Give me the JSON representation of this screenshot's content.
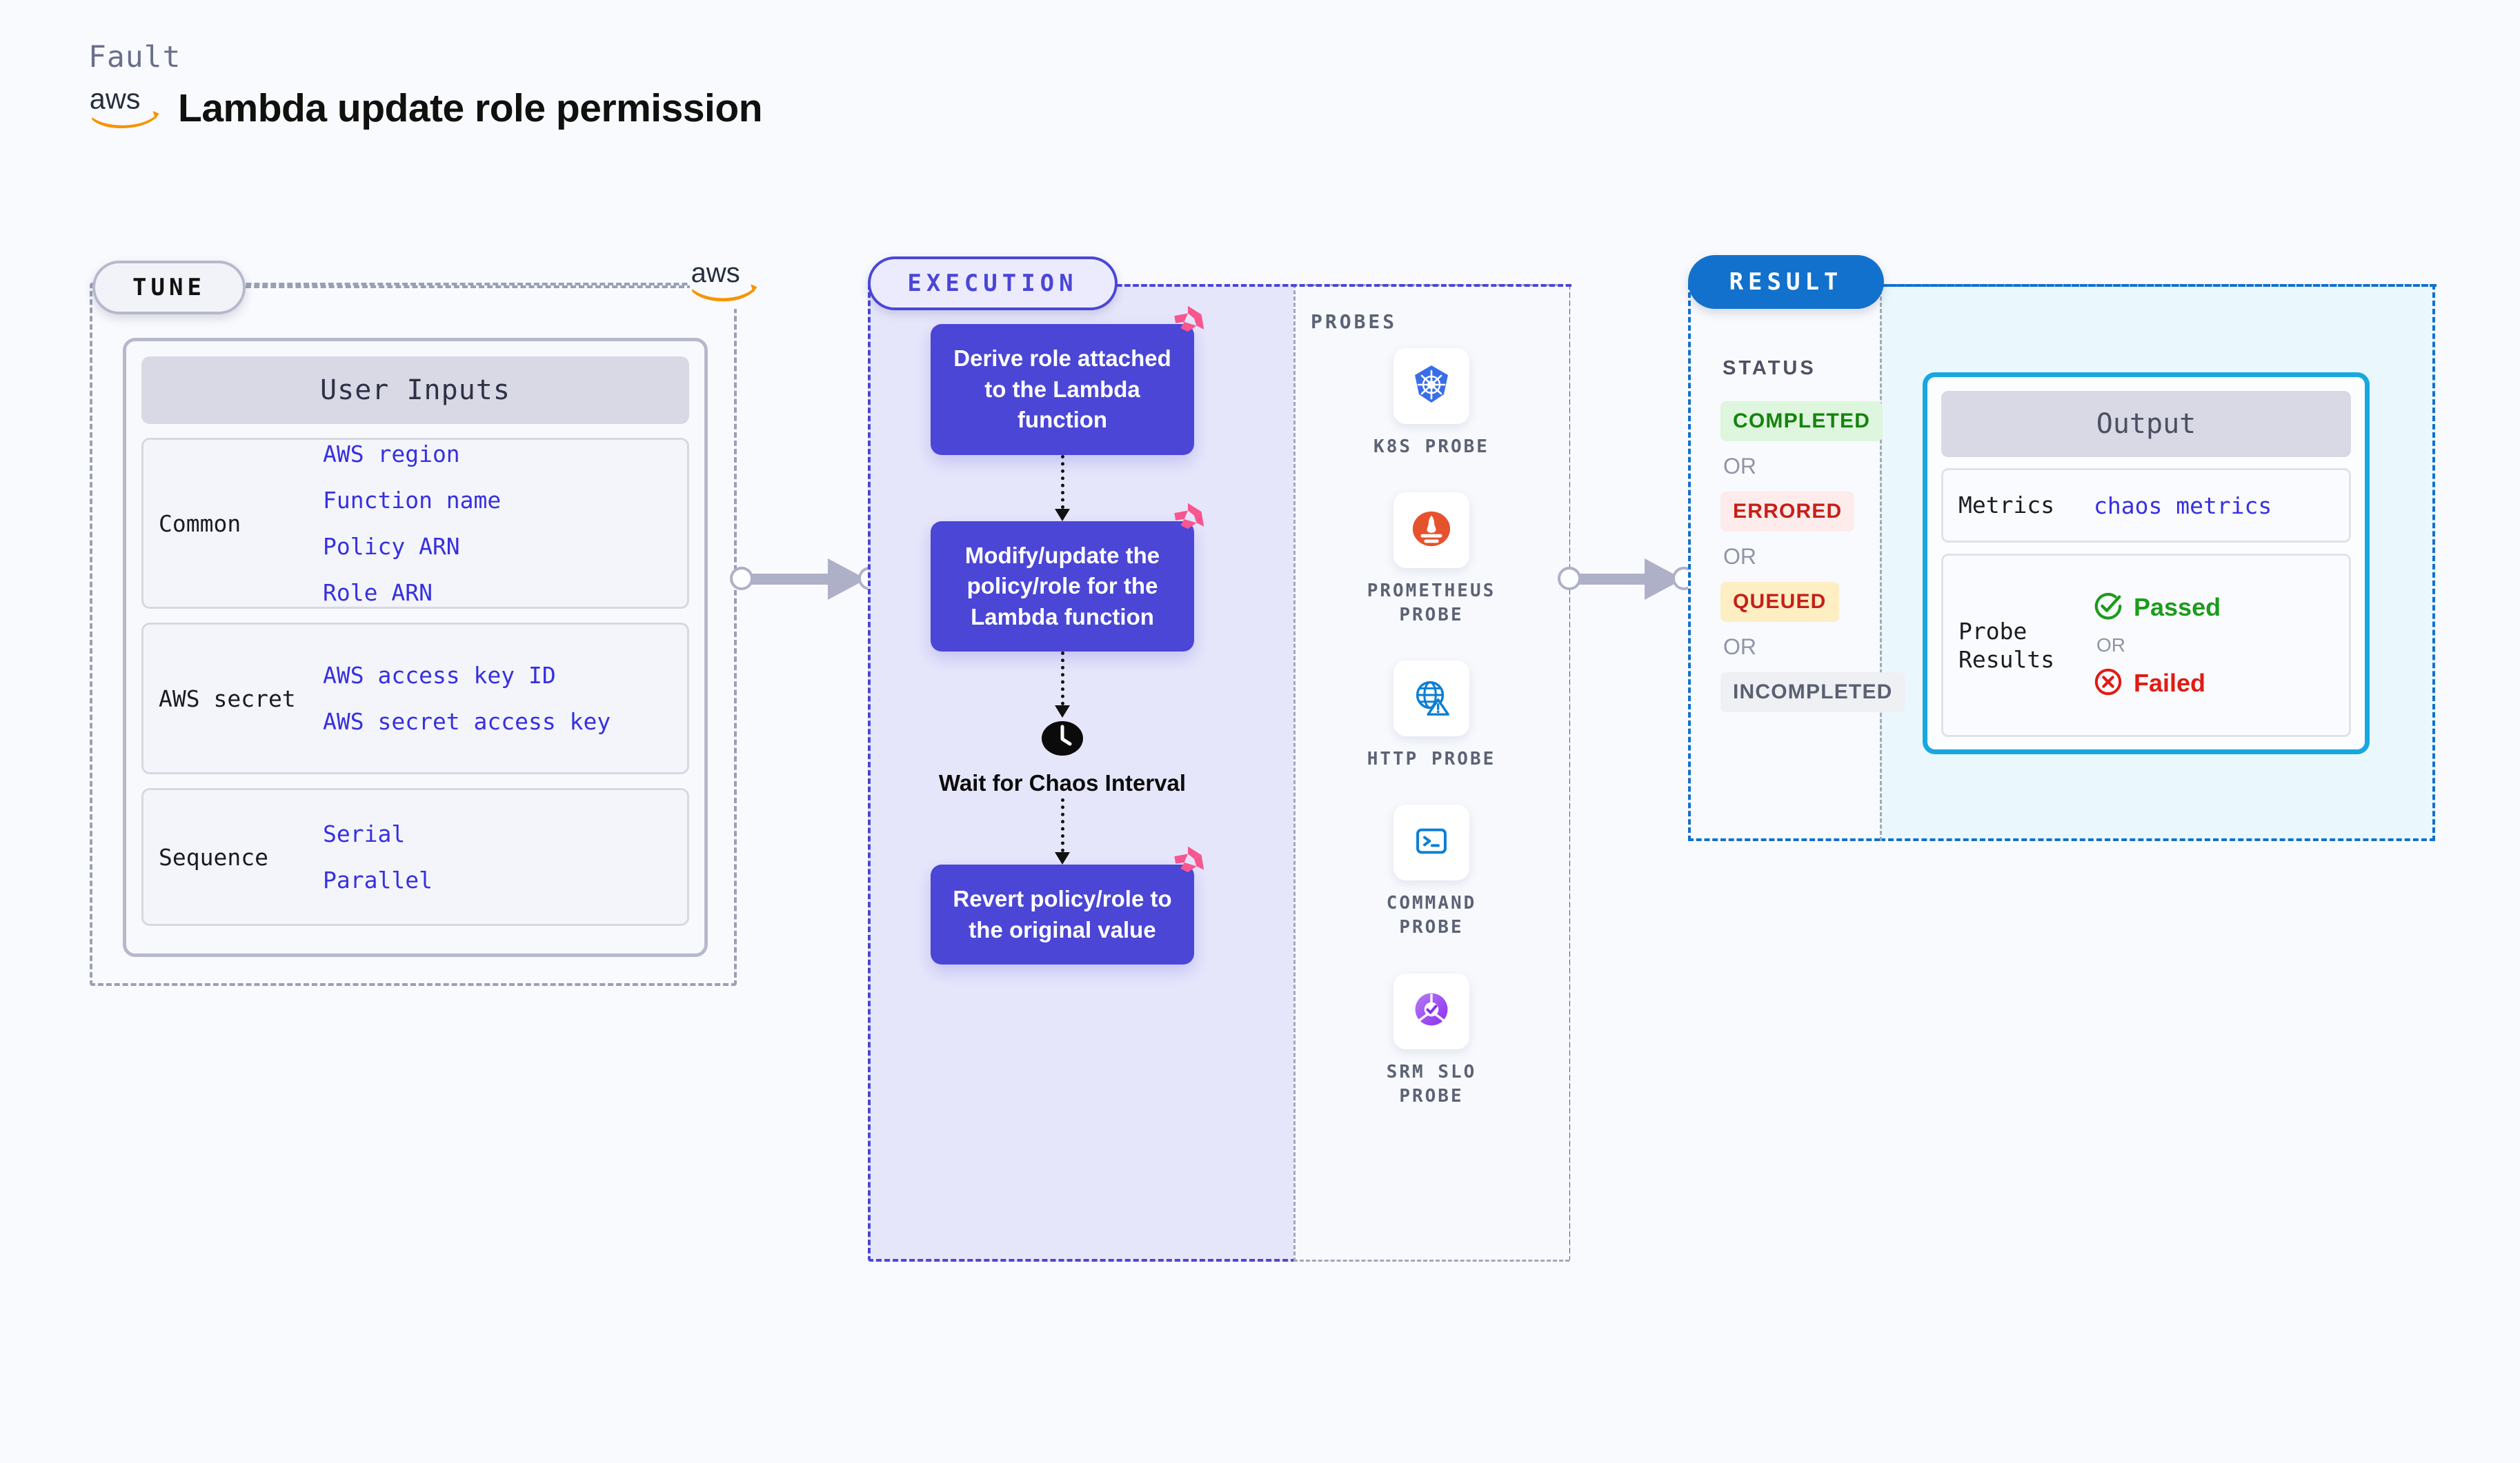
{
  "header": {
    "fault_label": "Fault",
    "title": "Lambda update role permission",
    "logo_icon": "aws-logo"
  },
  "tune": {
    "badge": "TUNE",
    "card_title": "User Inputs",
    "groups": [
      {
        "label": "Common",
        "values": [
          "AWS region",
          "Function name",
          "Policy ARN",
          "Role ARN"
        ]
      },
      {
        "label": "AWS secret",
        "values": [
          "AWS access key ID",
          "AWS secret access key"
        ]
      },
      {
        "label": "Sequence",
        "values": [
          "Serial",
          "Parallel"
        ]
      }
    ]
  },
  "execution": {
    "badge": "EXECUTION",
    "steps": [
      {
        "type": "box",
        "text": "Derive role attached to the Lambda function",
        "icon": "litmus-chaos-icon"
      },
      {
        "type": "box",
        "text": "Modify/update the policy/role for the Lambda function",
        "icon": "litmus-chaos-icon"
      },
      {
        "type": "wait",
        "text": "Wait for Chaos Interval",
        "icon": "clock-icon"
      },
      {
        "type": "box",
        "text": "Revert policy/role to the original value",
        "icon": "litmus-chaos-icon"
      }
    ]
  },
  "probes": {
    "title": "PROBES",
    "items": [
      {
        "label": "K8S PROBE",
        "icon": "kubernetes-icon"
      },
      {
        "label": "PROMETHEUS\nPROBE",
        "icon": "prometheus-icon"
      },
      {
        "label": "HTTP PROBE",
        "icon": "http-globe-icon"
      },
      {
        "label": "COMMAND\nPROBE",
        "icon": "terminal-icon"
      },
      {
        "label": "SRM SLO\nPROBE",
        "icon": "srm-slo-icon"
      }
    ]
  },
  "result": {
    "badge": "RESULT",
    "status_title": "STATUS",
    "or_label": "OR",
    "statuses": [
      {
        "label": "COMPLETED",
        "kind": "completed"
      },
      {
        "label": "ERRORED",
        "kind": "errored"
      },
      {
        "label": "QUEUED",
        "kind": "queued"
      },
      {
        "label": "INCOMPLETED",
        "kind": "incomplete"
      }
    ]
  },
  "output": {
    "title": "Output",
    "metrics_label": "Metrics",
    "metrics_value": "chaos metrics",
    "probe_results_label": "Probe\nResults",
    "passed_label": "Passed",
    "failed_label": "Failed",
    "or_label": "OR"
  },
  "colors": {
    "page_bg": "#f9fafe",
    "exec_purple": "#4b46d6",
    "exec_bg": "#e6e6fb",
    "result_blue": "#1271cd",
    "output_border": "#19a7e0",
    "output_bg": "#eaf8fd",
    "litmus_pink": "#f7568f",
    "aws_orange": "#f79400",
    "connector_grey": "#aeb0c7"
  }
}
